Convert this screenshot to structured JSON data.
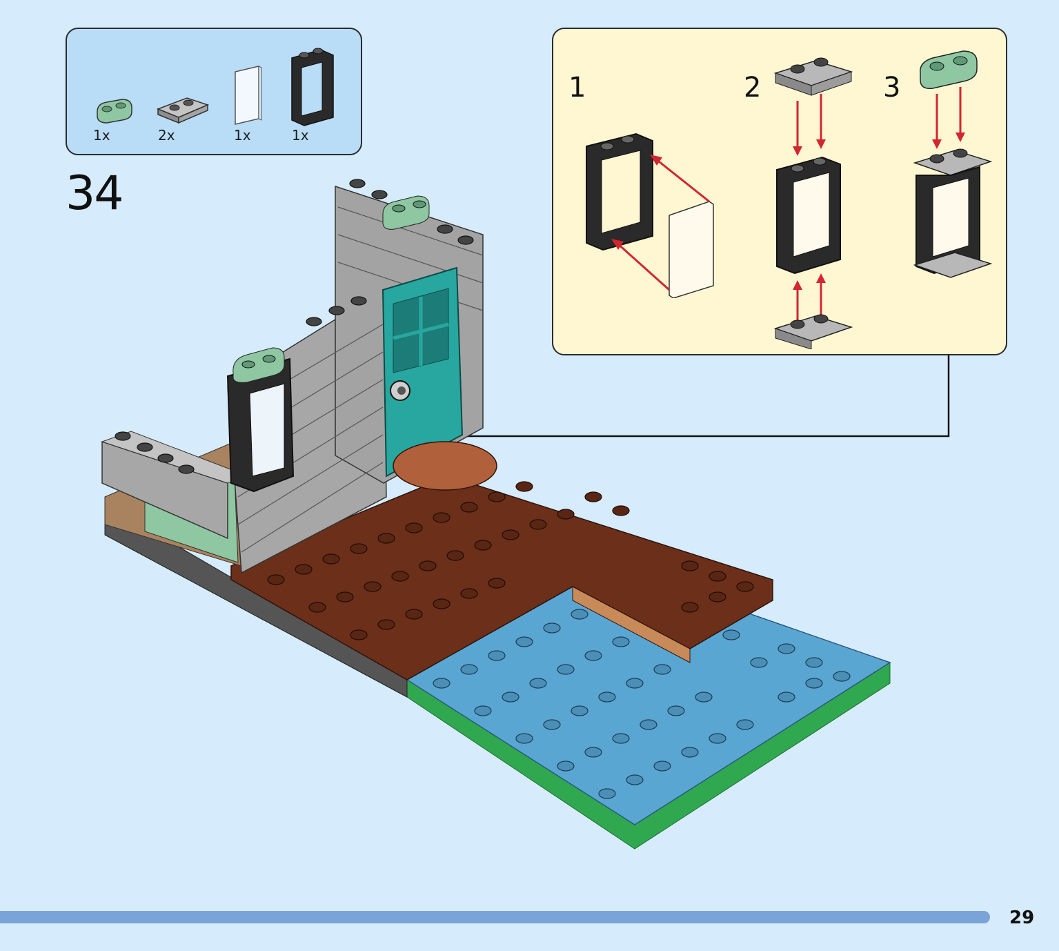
{
  "parts_list": {
    "items": [
      {
        "name": "sand-green-plate-1x2-rounded",
        "color": "#8fc7a3",
        "qty": "1x"
      },
      {
        "name": "grey-jumper-plate-1x2-rail",
        "color": "#a3a3a3",
        "qty": "2x"
      },
      {
        "name": "trans-clear-glass-pane",
        "color": "#f2f8fd",
        "qty": "1x"
      },
      {
        "name": "black-window-frame-1x2x3",
        "color": "#2a2a2a",
        "qty": "1x"
      }
    ]
  },
  "step": {
    "number": "34"
  },
  "subassembly": {
    "steps": [
      {
        "label": "1"
      },
      {
        "label": "2"
      },
      {
        "label": "3"
      }
    ],
    "arrow_color": "#d22630"
  },
  "colors": {
    "background": "#d6ecfd",
    "parts_box": "#b9dcf7",
    "subassembly_box": "#fff7d2",
    "brick_grey": "#a7a7a7",
    "door_teal": "#27a7a0",
    "floor_brown": "#6b2f1a",
    "water_blue": "#5aa6d3",
    "base_green": "#2fa84f"
  },
  "footer": {
    "page_number": "29"
  }
}
